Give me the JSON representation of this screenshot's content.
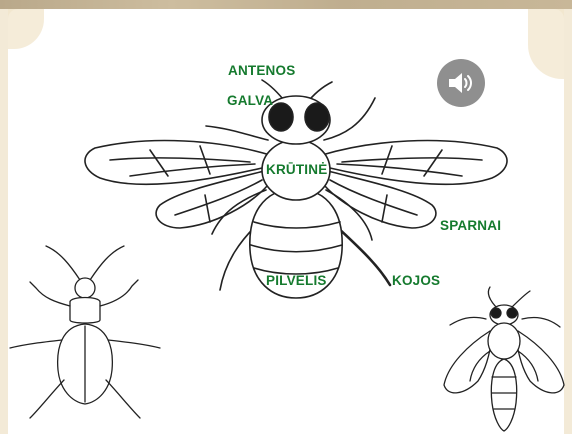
{
  "labels": {
    "antennae": "ANTENOS",
    "head": "GALVA",
    "thorax": "KRŪTINĖ",
    "wings": "SPARNAI",
    "abdomen": "PILVELIS",
    "legs": "KOJOS"
  },
  "icons": {
    "audio": "speaker-icon"
  },
  "colors": {
    "label_green": "#157a2e",
    "speaker_bg": "#8f8f8f",
    "page_bg": "#f3ead7"
  }
}
